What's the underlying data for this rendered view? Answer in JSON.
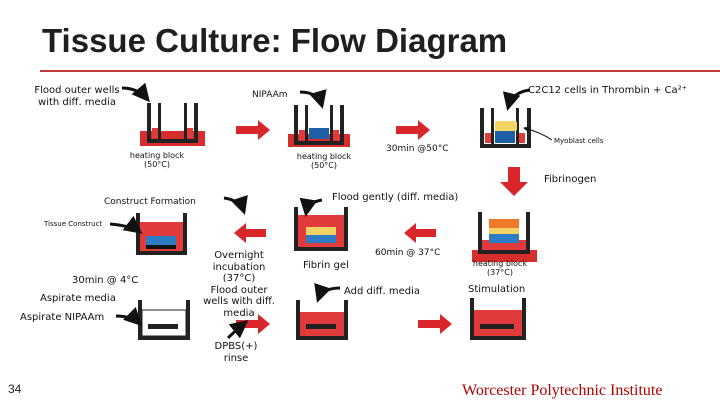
{
  "title": "Tissue Culture: Flow Diagram",
  "labels": {
    "flood_outer_wells": "Flood outer wells\nwith diff. media",
    "nipaam": "NIPAAm",
    "c2c12": "C2C12 cells in Thrombin + Ca²⁺",
    "heating_block_1": "heating block\n(50°C)",
    "heating_block_2": "heating block\n(50°C)",
    "thirty_min_50": "30min @50°C",
    "myoblast": "Myoblast cells",
    "fibrinogen": "Fibrinogen",
    "construct_formation": "Construct Formation",
    "flood_gently": "Flood gently (diff. media)",
    "tissue_construct": "Tissue Construct",
    "overnight": "Overnight\nincubation\n(37°C)\nFlood outer\nwells with diff.\nmedia",
    "fibrin_gel": "Fibrin gel",
    "sixty_min": "60min @ 37°C",
    "heating_block_3": "heating block\n(37°C)",
    "thirty_min_4": "30min @ 4°C",
    "aspirate_media": "Aspirate media",
    "aspirate_nipaam": "Aspirate NIPAAm",
    "add_diff_media": "Add diff. media",
    "stimulation": "Stimulation",
    "dpbs": "DPBS(+)\nrinse"
  },
  "page_number": "34",
  "institution": "Worcester Polytechnic Institute",
  "colors": {
    "accent_rule": "#c0393b",
    "well_frame": "#222222",
    "media_red": "#e23b3b",
    "heating_block": "#d62d2d",
    "nipaam_blue": "#1f5fa8",
    "cell_yellow": "#f3d266",
    "flow_arrow": "#d9262b",
    "pointer_arrow": "#111111",
    "institution_text": "#b00000"
  },
  "icons": [
    "well-plate-icon",
    "flow-arrow-icon",
    "pointer-arrow-icon"
  ]
}
